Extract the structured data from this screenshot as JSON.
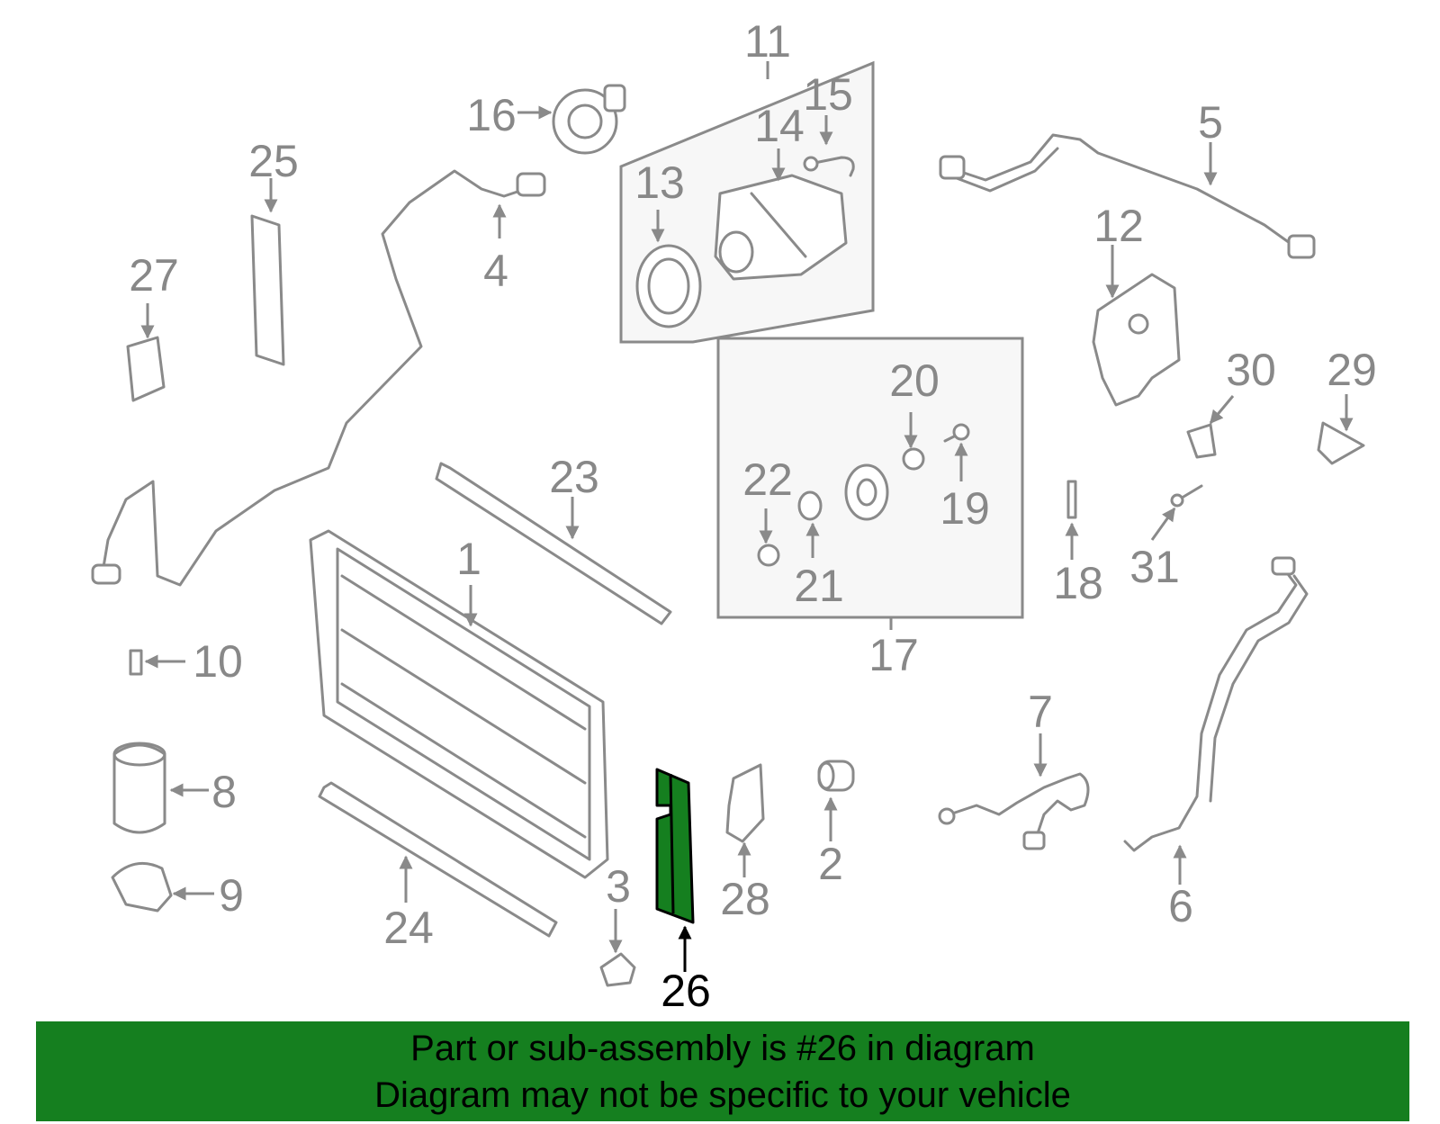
{
  "callouts": {
    "c1": "1",
    "c2": "2",
    "c3": "3",
    "c4": "4",
    "c5": "5",
    "c6": "6",
    "c7": "7",
    "c8": "8",
    "c9": "9",
    "c10": "10",
    "c11": "11",
    "c12": "12",
    "c13": "13",
    "c14": "14",
    "c15": "15",
    "c16": "16",
    "c17": "17",
    "c18": "18",
    "c19": "19",
    "c20": "20",
    "c21": "21",
    "c22": "22",
    "c23": "23",
    "c24": "24",
    "c25": "25",
    "c26": "26",
    "c27": "27",
    "c28": "28",
    "c29": "29",
    "c30": "30",
    "c31": "31"
  },
  "highlighted_part": "26",
  "colors": {
    "highlight_fill": "#157f1f",
    "banner": "#157f1f",
    "line_art": "#8a8a8a"
  },
  "banner": {
    "line1": "Part or sub-assembly is #26 in diagram",
    "line2": "Diagram may not be specific to your vehicle"
  }
}
